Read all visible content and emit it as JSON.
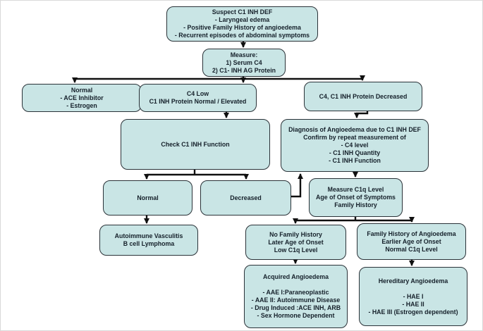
{
  "colors": {
    "node_fill": "#c9e5e5",
    "node_border": "#2a3238",
    "arrow": "#101010",
    "text": "#15202a",
    "background": "#ffffff"
  },
  "nodes": [
    {
      "id": "suspect",
      "lines": [
        "Suspect C1 INH DEF",
        "- Laryngeal edema",
        "- Positive Family History of angioedema",
        "- Recurrent episodes of abdominal symptoms"
      ]
    },
    {
      "id": "measure",
      "lines": [
        "Measure:",
        "1) Serum C4",
        "2) C1- INH AG Protein"
      ]
    },
    {
      "id": "normal-ace",
      "lines": [
        "Normal",
        "- ACE Inhibitor",
        "- Estrogen"
      ]
    },
    {
      "id": "c4-low",
      "lines": [
        "C4 Low",
        "C1 INH Protein Normal / Elevated"
      ]
    },
    {
      "id": "c4-c1-decreased",
      "lines": [
        "C4, C1 INH Protein Decreased"
      ]
    },
    {
      "id": "check-function",
      "lines": [
        "Check C1 INH Function"
      ]
    },
    {
      "id": "diagnosis",
      "lines": [
        "Diagnosis of Angioedema due to C1 INH DEF",
        "Confirm by repeat measurement of",
        "- C4 level",
        "- C1 INH Quantity",
        "- C1 INH Function"
      ]
    },
    {
      "id": "normal-function",
      "lines": [
        "Normal"
      ]
    },
    {
      "id": "decreased-function",
      "lines": [
        "Decreased"
      ]
    },
    {
      "id": "measure-c1q",
      "lines": [
        "Measure C1q Level",
        "Age of Onset of Symptoms",
        "Family History"
      ]
    },
    {
      "id": "autoimmune",
      "lines": [
        "Autoimmune Vasculitis",
        "B cell Lymphoma"
      ]
    },
    {
      "id": "no-family-history",
      "lines": [
        "No Family History",
        "Later Age of Onset",
        "Low C1q Level"
      ]
    },
    {
      "id": "family-history",
      "lines": [
        "Family History of Angioedema",
        "Earlier Age of Onset",
        "Normal C1q Level"
      ]
    },
    {
      "id": "acquired",
      "lines": [
        "Acquired Angioedema",
        "",
        "- AAE I:Paraneoplastic",
        "- AAE II: Autoimmune Disease",
        "- Drug Induced :ACE INH, ARB",
        "- Sex Hormone Dependent"
      ]
    },
    {
      "id": "hereditary",
      "lines": [
        "Hereditary Angioedema",
        "",
        "- HAE I",
        "- HAE II",
        "- HAE III (Estrogen dependent)"
      ]
    }
  ]
}
